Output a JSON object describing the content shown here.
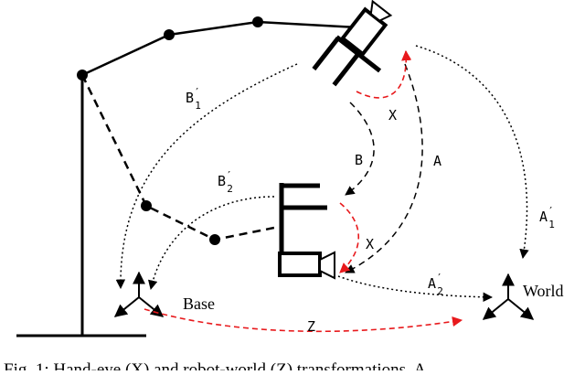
{
  "labels": {
    "base": "Base",
    "world": "World",
    "b1": "B",
    "b1_prime": "′",
    "b1_sub": "1",
    "b2": "B",
    "b2_prime": "′",
    "b2_sub": "2",
    "a1": "A",
    "a1_prime": "′",
    "a1_sub": "1",
    "a2": "A",
    "a2_prime": "′",
    "a2_sub": "2",
    "b": "B",
    "a": "A",
    "x_top": "X",
    "x_bottom": "X",
    "z": "Z"
  },
  "caption": "Fig. 1: Hand-eye (X) and robot-world (Z) transformations. A",
  "colors": {
    "ink": "#000000",
    "red": "#e8191c"
  }
}
